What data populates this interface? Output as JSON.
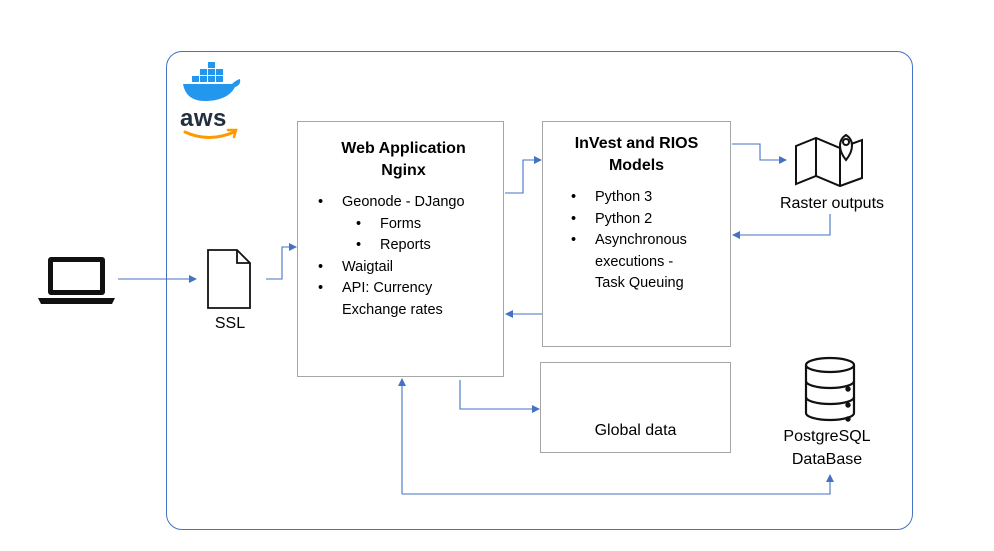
{
  "web_app": {
    "title_line1": "Web Application",
    "title_line2": "Nginx",
    "items": [
      {
        "text": "Geonode - DJango",
        "level": 1
      },
      {
        "text": "Forms",
        "level": 2
      },
      {
        "text": "Reports",
        "level": 2
      },
      {
        "text": "Waigtail",
        "level": 1
      },
      {
        "text": "API:  Currency",
        "level": 1
      },
      {
        "text": "Exchange rates",
        "level": 1
      }
    ]
  },
  "models": {
    "title_line1": "InVest and RIOS",
    "title_line2": "Models",
    "items": [
      "Python 3",
      "Python 2",
      "Asynchronous",
      "executions -",
      "Task Queuing"
    ]
  },
  "labels": {
    "ssl": "SSL",
    "raster_outputs": "Raster outputs",
    "global_data": "Global data",
    "db_line1": "PostgreSQL",
    "db_line2": "DataBase"
  },
  "logos": {
    "docker": "docker-whale-logo",
    "aws": "aws"
  },
  "colors": {
    "frame": "#4472c4",
    "arrow": "#4472c4",
    "box_border": "#a6a6a6",
    "aws_orange": "#f90"
  }
}
